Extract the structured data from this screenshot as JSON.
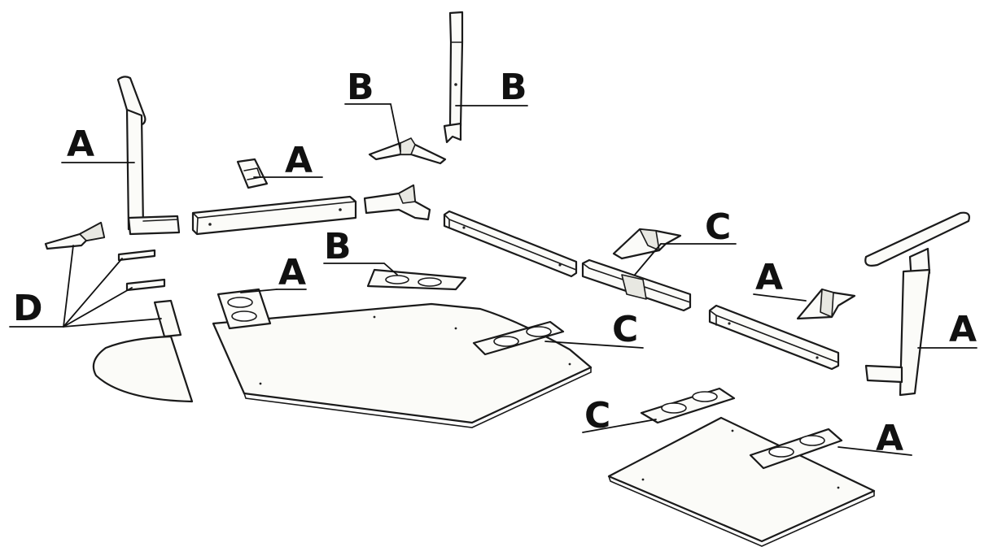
{
  "labels": {
    "a": "A",
    "b": "B",
    "c": "C",
    "d": "D"
  },
  "colors": {
    "ink": "#1a1a1a",
    "paper": "#ffffff"
  }
}
